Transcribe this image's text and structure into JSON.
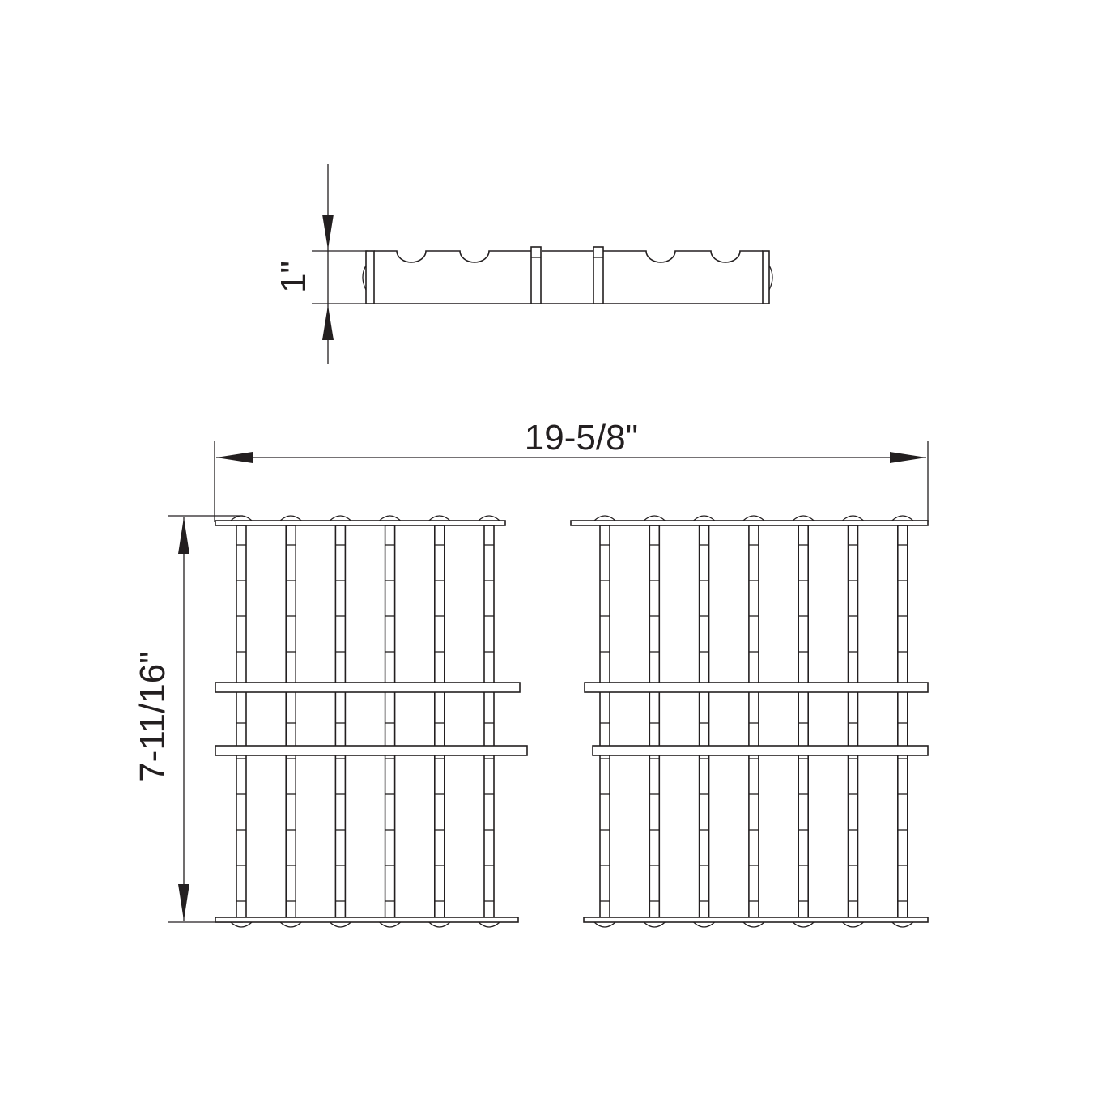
{
  "dimensions": {
    "height_side": "1\"",
    "overall_width": "19-5/8\"",
    "overall_depth": "7-11/16\""
  },
  "top_view": {
    "notches": 4,
    "dividers": 2
  },
  "plan_view": {
    "left_section": {
      "bottle_columns": 6
    },
    "right_section": {
      "bottle_columns": 7
    },
    "crossbars_per_section": 4
  }
}
